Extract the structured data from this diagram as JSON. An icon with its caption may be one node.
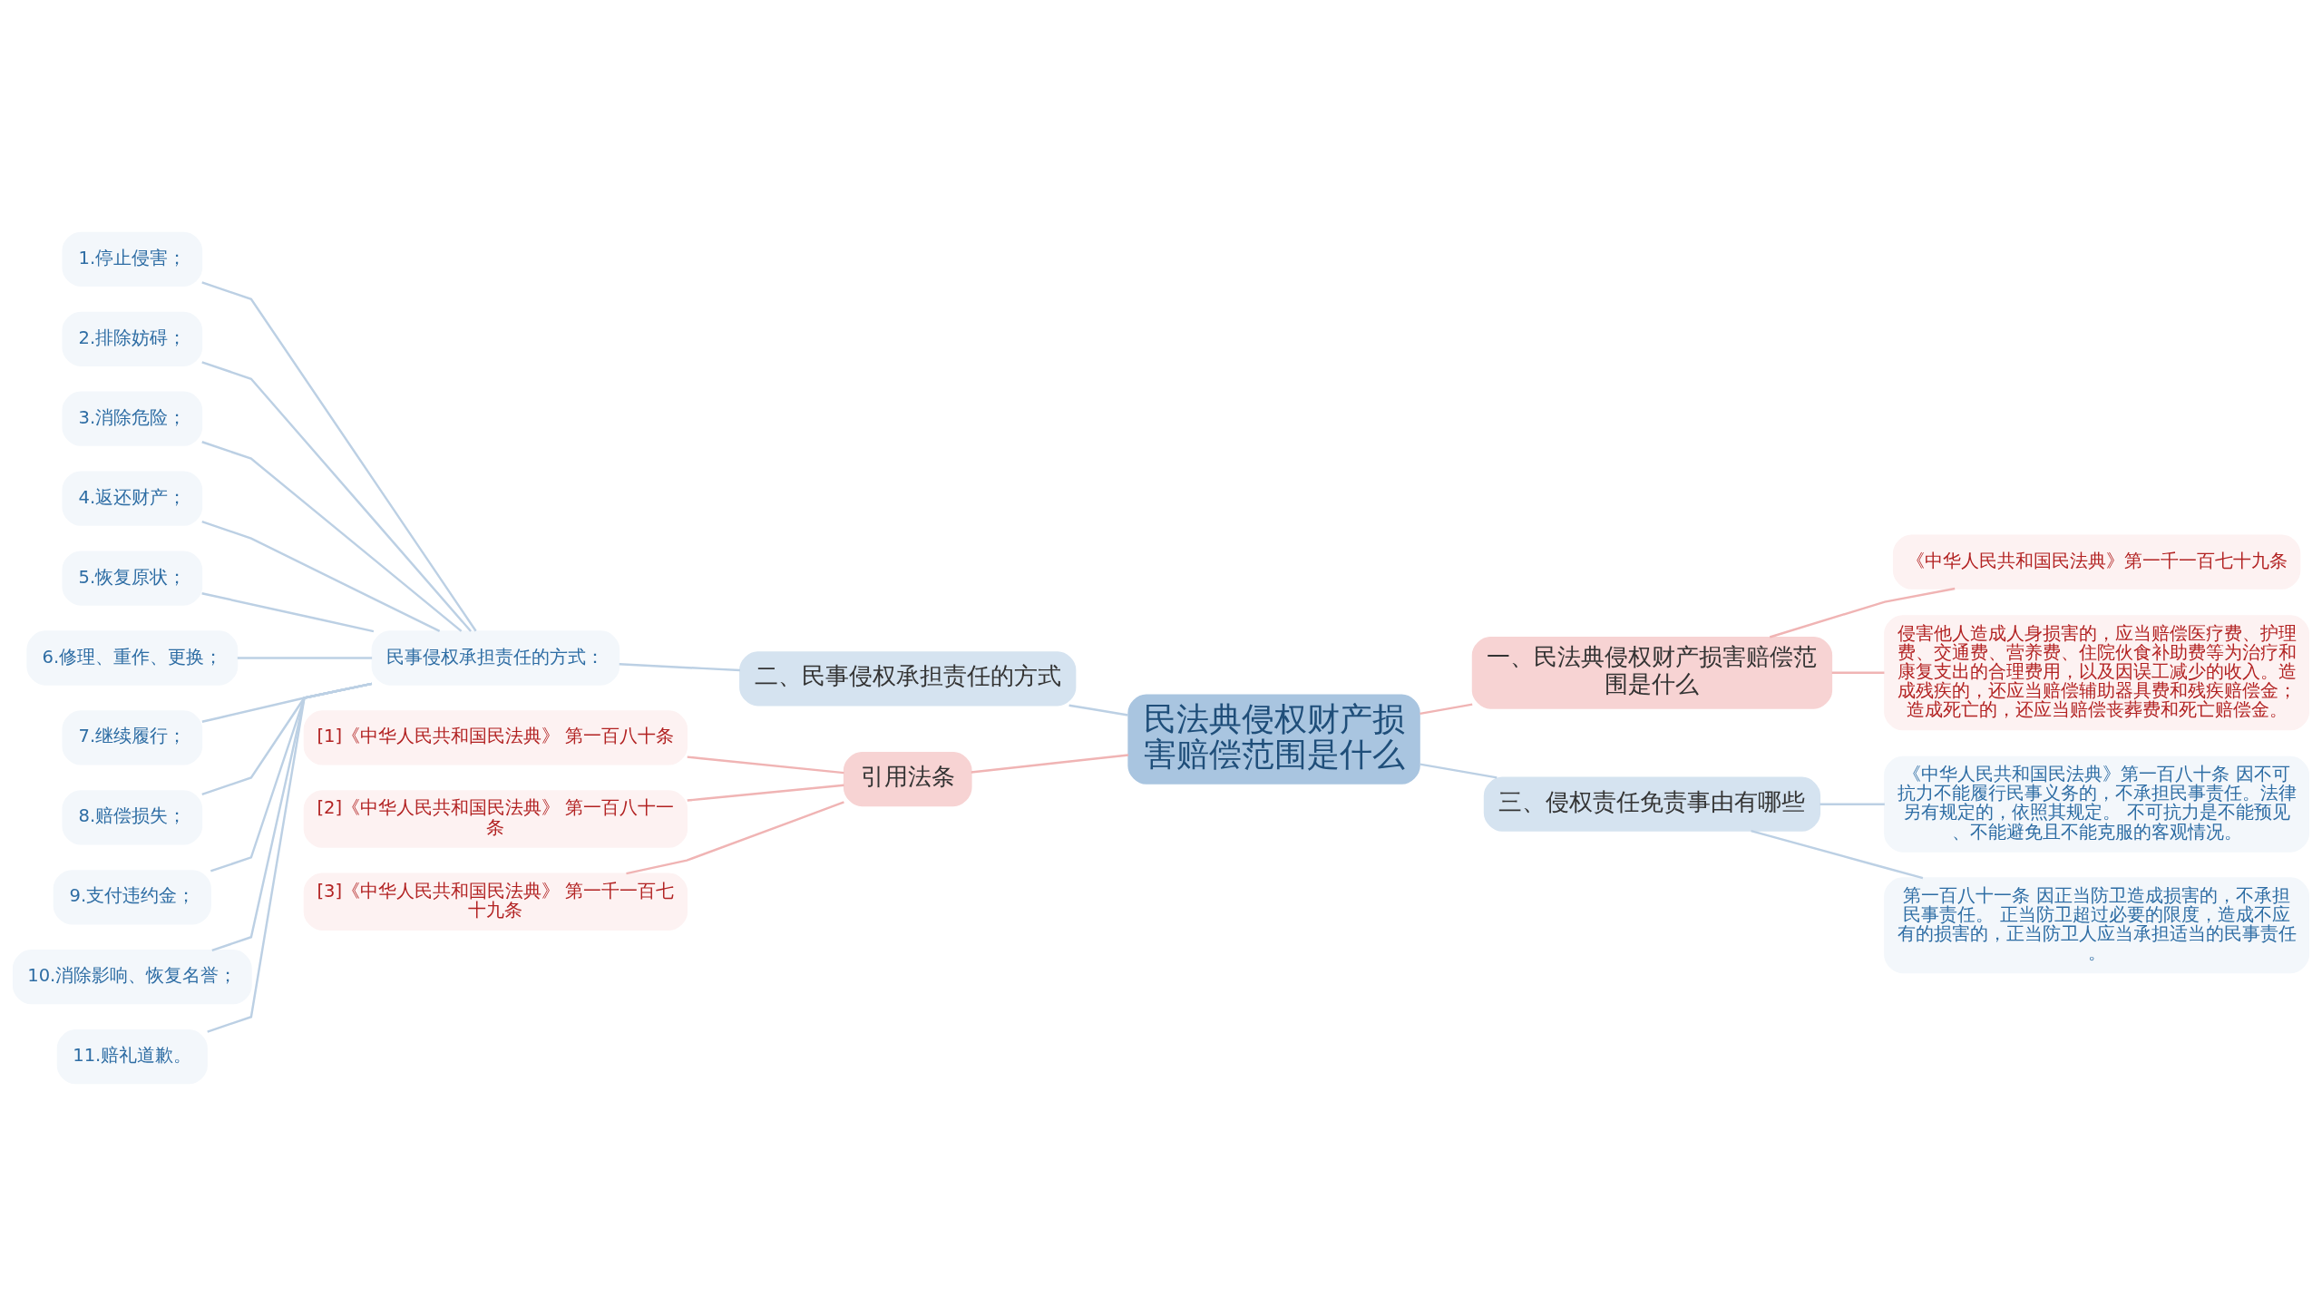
{
  "diagram": {
    "nodes": [
      {
        "text": [
          "民法典侵权财产损害赔偿范围是什么"
        ]
      },
      {
        "text": [
          "一、民法典侵权财产损害赔偿范围是什么"
        ]
      },
      {
        "text": [
          "《中华人民共和国民法典》第一千一百七十九条"
        ]
      },
      {
        "text": [
          "侵害他人造成人身损害的，应当赔偿医疗费、护理费、交通费、营养费、住院伙食补助费等为治疗和康复支出的合理费用，以及因误工减少的收入。造成残疾的，还应当赔偿辅助器具费和残疾赔偿金；造成死亡的，还应当赔偿丧葬费和死亡赔偿金。"
        ]
      },
      {
        "text": [
          "二、民事侵权承担责任的方式"
        ]
      },
      {
        "text": [
          "民事侵权承担责任的方式："
        ]
      },
      {
        "text": [
          "1.停止侵害；"
        ]
      },
      {
        "text": [
          "2.排除妨碍；"
        ]
      },
      {
        "text": [
          "3.消除危险；"
        ]
      },
      {
        "text": [
          "4.返还财产；"
        ]
      },
      {
        "text": [
          "5.恢复原状；"
        ]
      },
      {
        "text": [
          "6.修理、重作、更换；"
        ]
      },
      {
        "text": [
          "7.继续履行；"
        ]
      },
      {
        "text": [
          "8.赔偿损失；"
        ]
      },
      {
        "text": [
          "9.支付违约金；"
        ]
      },
      {
        "text": [
          "10.消除影响、恢复名誉；"
        ]
      },
      {
        "text": [
          "11.赔礼道歉。"
        ]
      },
      {
        "text": [
          "三、侵权责任免责事由有哪些"
        ]
      },
      {
        "text": [
          "《中华人民共和国民法典》第一百八十条 因不可抗力不能履行民事义务的，不承担民事责任。法律另有规定的，依照其规定。 不可抗力是不能预见、不能避免且不能克服的客观情况。"
        ]
      },
      {
        "text": [
          "第一百八十一条 因正当防卫造成损害的，不承担民事责任。 正当防卫超过必要的限度，造成不应有的损害的，正当防卫人应当承担适当的民事责任。"
        ]
      },
      {
        "text": [
          "引用法条"
        ]
      },
      {
        "text": [
          "[1]《中华人民共和国民法典》 第一百八十条"
        ]
      },
      {
        "text": [
          "[2]《中华人民共和国民法典》 第一百八十一条"
        ]
      },
      {
        "text": [
          "[3]《中华人民共和国民法典》 第一千一百七十九条"
        ]
      }
    ],
    "edges": [
      {
        "from": 0,
        "to": 1,
        "arrow": "none",
        "color": "#f0b4b4"
      },
      {
        "from": 1,
        "to": 2,
        "arrow": "none",
        "color": "#f0b4b4"
      },
      {
        "from": 1,
        "to": 3,
        "arrow": "none",
        "color": "#f0b4b4"
      },
      {
        "from": 0,
        "to": 4,
        "arrow": "none"
      },
      {
        "from": 4,
        "to": 5,
        "arrow": "none"
      },
      {
        "from": 5,
        "to": 6,
        "arrow": "none"
      },
      {
        "from": 5,
        "to": 7,
        "arrow": "none"
      },
      {
        "from": 5,
        "to": 8,
        "arrow": "none"
      },
      {
        "from": 5,
        "to": 9,
        "arrow": "none"
      },
      {
        "from": 5,
        "to": 10,
        "arrow": "none"
      },
      {
        "from": 5,
        "to": 11,
        "arrow": "none"
      },
      {
        "from": 5,
        "to": 12,
        "arrow": "none"
      },
      {
        "from": 5,
        "to": 13,
        "arrow": "none"
      },
      {
        "from": 5,
        "to": 14,
        "arrow": "none"
      },
      {
        "from": 5,
        "to": 15,
        "arrow": "none"
      },
      {
        "from": 5,
        "to": 16,
        "arrow": "none"
      },
      {
        "from": 0,
        "to": 17,
        "arrow": "none"
      },
      {
        "from": 17,
        "to": 18,
        "arrow": "none"
      },
      {
        "from": 17,
        "to": 19,
        "arrow": "none"
      },
      {
        "from": 0,
        "to": 20,
        "arrow": "none",
        "color": "#f0b4b4"
      },
      {
        "from": 20,
        "to": 21,
        "arrow": "none",
        "color": "#f0b4b4"
      },
      {
        "from": 20,
        "to": 22,
        "arrow": "none",
        "color": "#f0b4b4"
      },
      {
        "from": 20,
        "to": 23,
        "arrow": "none",
        "color": "#f0b4b4"
      }
    ]
  }
}
